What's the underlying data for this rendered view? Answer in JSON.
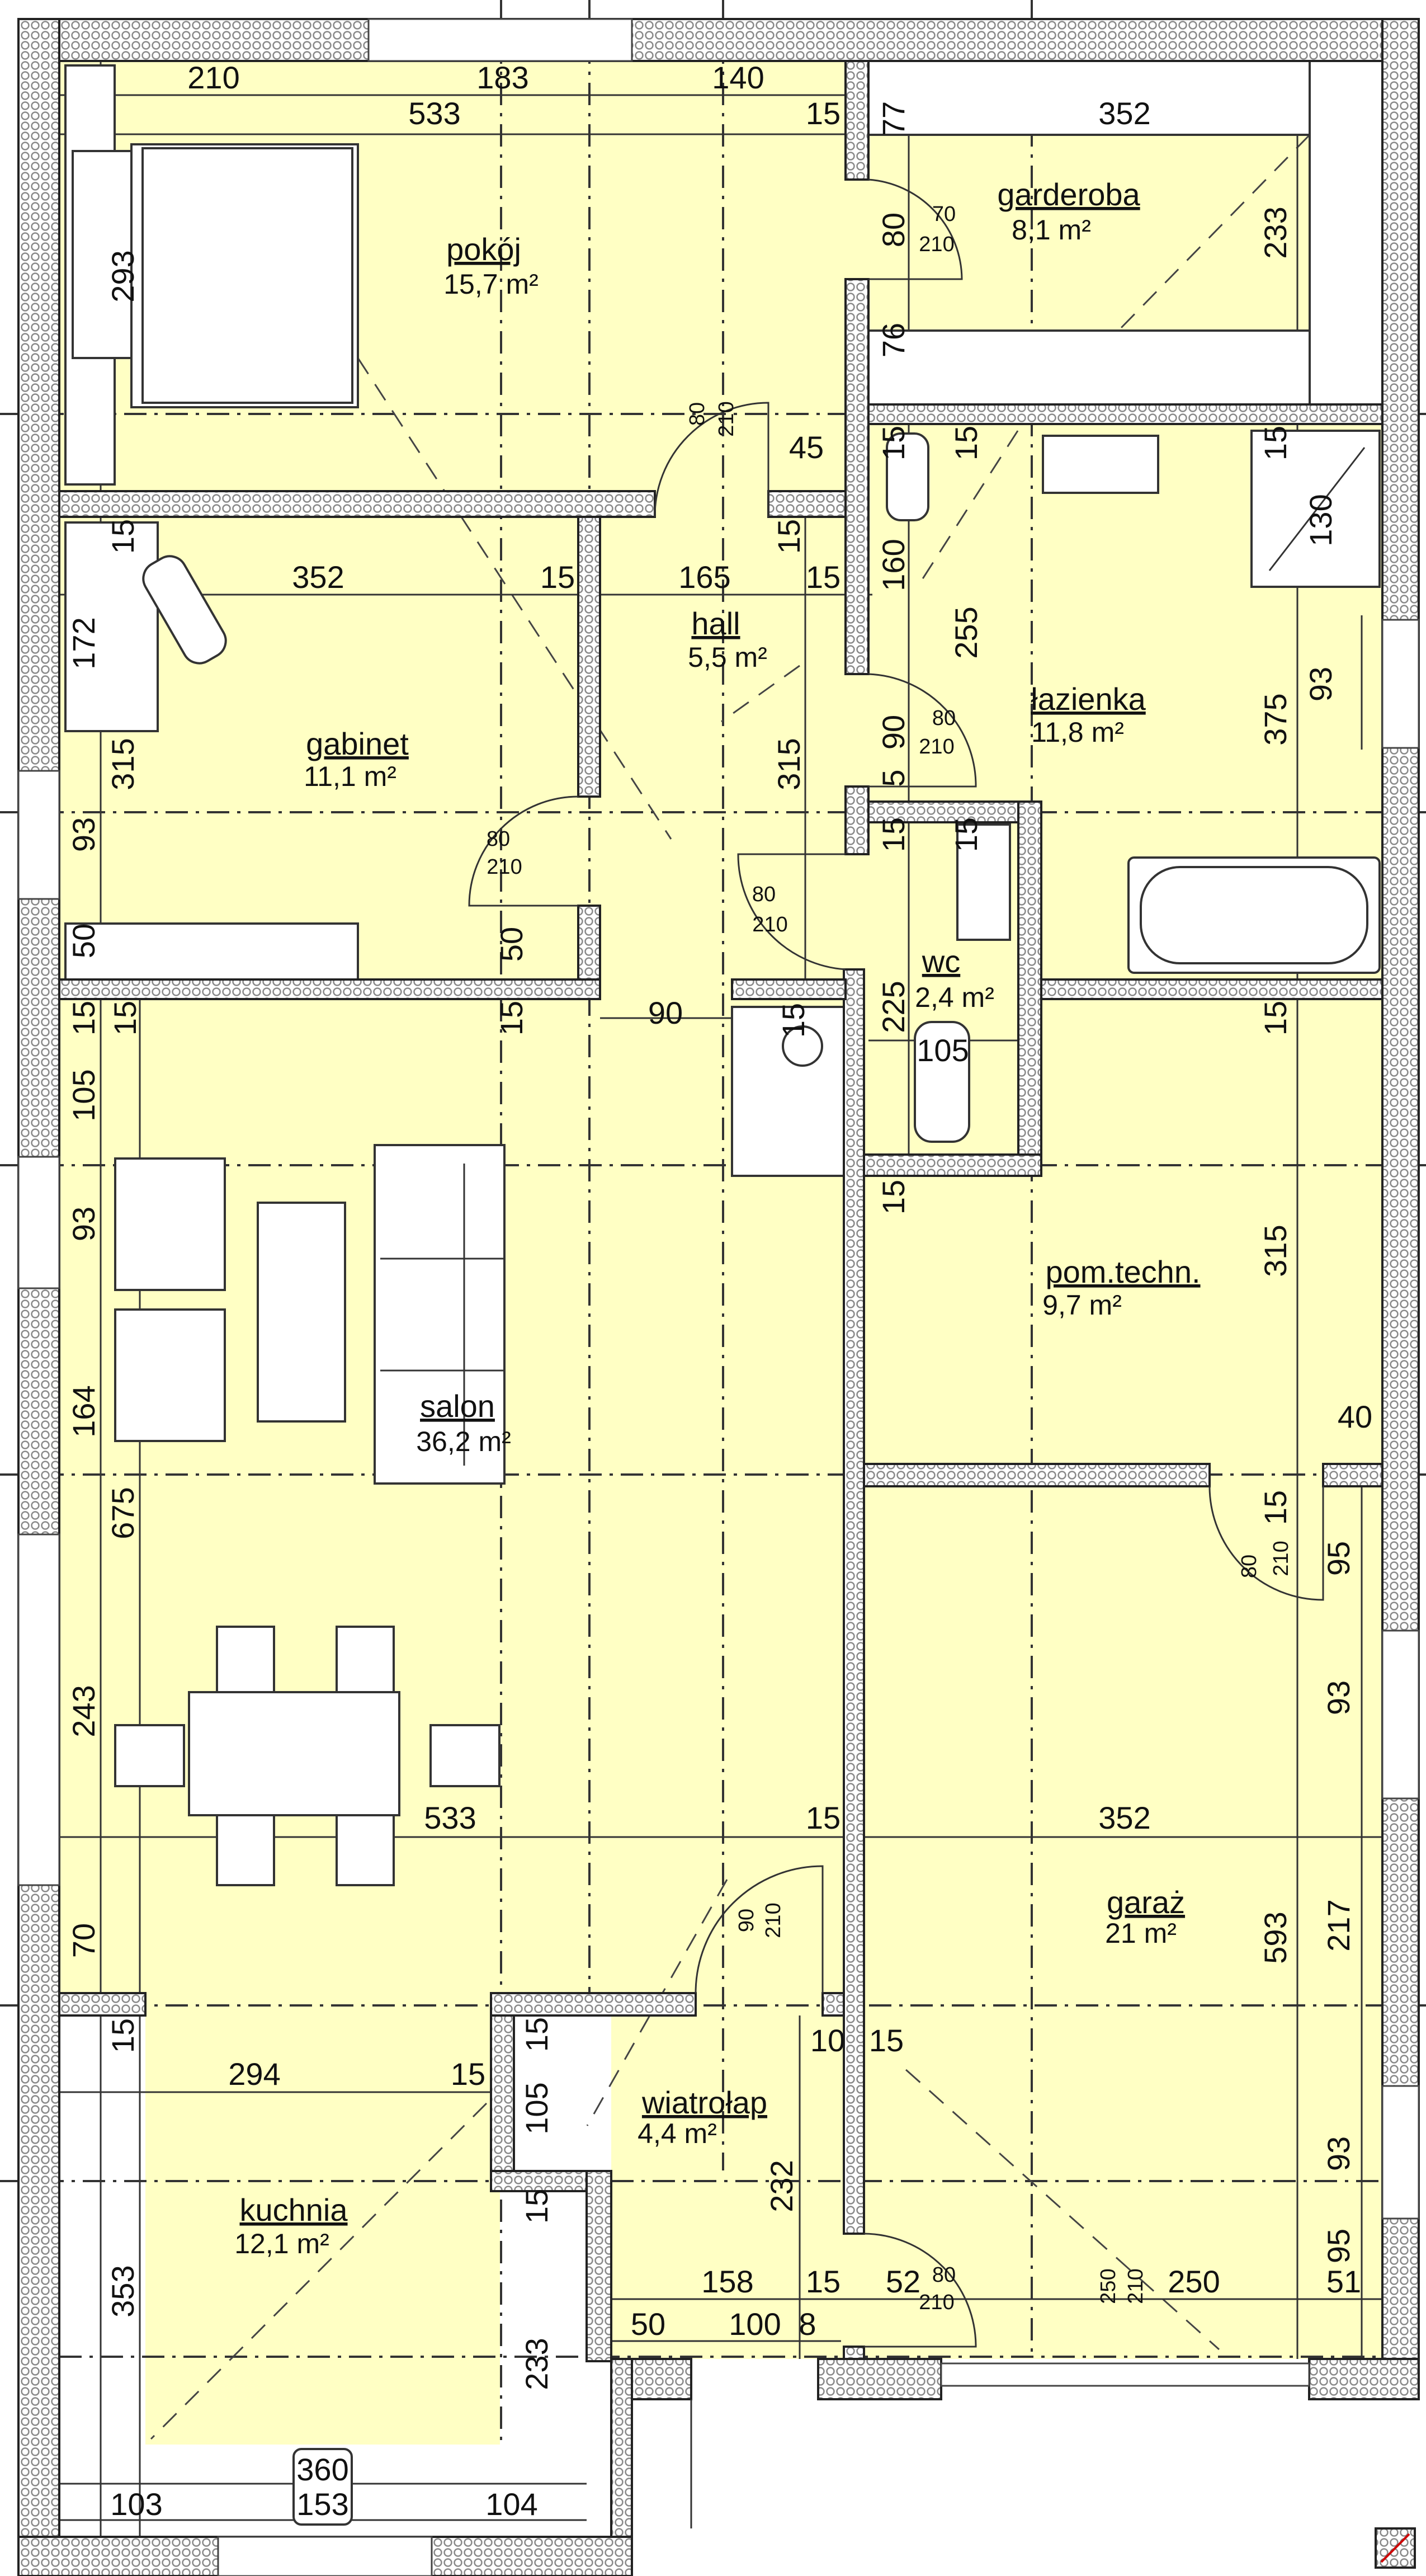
{
  "colors": {
    "room_fill": "#FFFFC4",
    "wall_hatch": "#9a9a9a",
    "line": "#222222"
  },
  "rooms": {
    "pokoj": {
      "name": "pokój",
      "area": "15,7 m²"
    },
    "garderoba": {
      "name": "garderoba",
      "area": "8,1 m²"
    },
    "hall": {
      "name": "hall",
      "area": "5,5 m²"
    },
    "lazienka": {
      "name": "łazienka",
      "area": "11,8 m²"
    },
    "gabinet": {
      "name": "gabinet",
      "area": "11,1 m²"
    },
    "wc": {
      "name": "wc",
      "area": "2,4 m²"
    },
    "pom_techn": {
      "name": "pom.techn.",
      "area": "9,7 m²"
    },
    "salon": {
      "name": "salon",
      "area": "36,2 m²"
    },
    "garaz": {
      "name": "garaż",
      "area": "21 m²"
    },
    "wiatrolap": {
      "name": "wiatrołap",
      "area": "4,4 m²"
    },
    "kuchnia": {
      "name": "kuchnia",
      "area": "12,1 m²"
    }
  },
  "dims": [
    "210",
    "183",
    "140",
    "533",
    "15",
    "352",
    "77",
    "80",
    "233",
    "293",
    "76",
    "45",
    "15",
    "15",
    "15",
    "130",
    "15",
    "15",
    "352",
    "15",
    "165",
    "15",
    "160",
    "255",
    "172",
    "93",
    "375",
    "90",
    "315",
    "315",
    "5",
    "93",
    "15",
    "15",
    "50",
    "50",
    "225",
    "15",
    "15",
    "15",
    "90",
    "15",
    "15",
    "105",
    "105",
    "15",
    "93",
    "315",
    "164",
    "40",
    "675",
    "15",
    "95",
    "243",
    "93",
    "533",
    "15",
    "352",
    "70",
    "593",
    "217",
    "15",
    "15",
    "10",
    "15",
    "294",
    "15",
    "105",
    "93",
    "232",
    "15",
    "95",
    "353",
    "158",
    "15",
    "52",
    "250",
    "51",
    "50",
    "100",
    "8",
    "233",
    "360",
    "153",
    "103",
    "104"
  ],
  "doors": [
    {
      "w": "70",
      "h": "210"
    },
    {
      "w": "80",
      "h": "210"
    },
    {
      "w": "80",
      "h": "210"
    },
    {
      "w": "80",
      "h": "210"
    },
    {
      "w": "80",
      "h": "210"
    },
    {
      "w": "80",
      "h": "210"
    },
    {
      "w": "90",
      "h": "210"
    },
    {
      "w": "80",
      "h": "210"
    },
    {
      "w": "250",
      "h": "210"
    }
  ]
}
